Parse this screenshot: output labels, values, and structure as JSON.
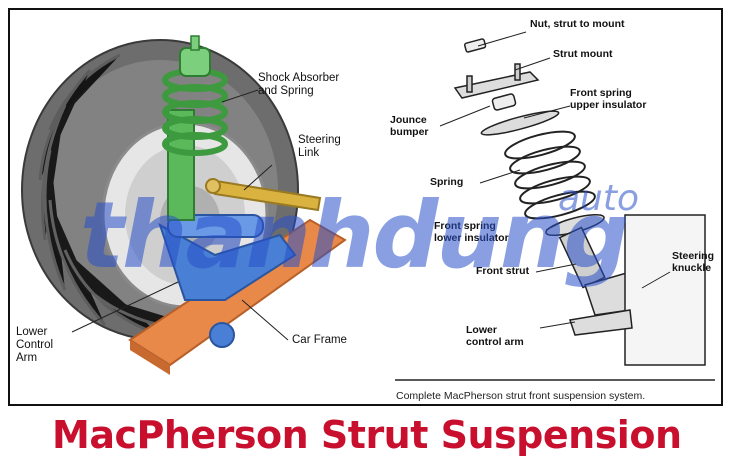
{
  "left_labels": {
    "shock_absorber": "Shock Absorber\nand Spring",
    "steering_link": "Steering\nLink",
    "lower_control_arm": "Lower\nControl\nArm",
    "car_frame": "Car Frame"
  },
  "right_labels": {
    "nut": "Nut, strut to mount",
    "strut_mount": "Strut mount",
    "upper_insulator": "Front spring\nupper insulator",
    "jounce_bumper": "Jounce\nbumper",
    "spring": "Spring",
    "lower_insulator": "Front spring\nlower insulator",
    "front_strut": "Front strut",
    "steering_knuckle": "Steering\nknuckle",
    "lower_control_arm": "Lower\ncontrol arm"
  },
  "caption": "Complete MacPherson strut front suspension system.",
  "watermark": {
    "main": "thanhdung",
    "sub": "auto"
  },
  "title": "MacPherson Strut Suspension",
  "colors": {
    "title": "#c8102e",
    "spring": "#5bb85b",
    "frame": "#e8894a",
    "arm": "#4a7fd6",
    "link": "#d9b240"
  }
}
